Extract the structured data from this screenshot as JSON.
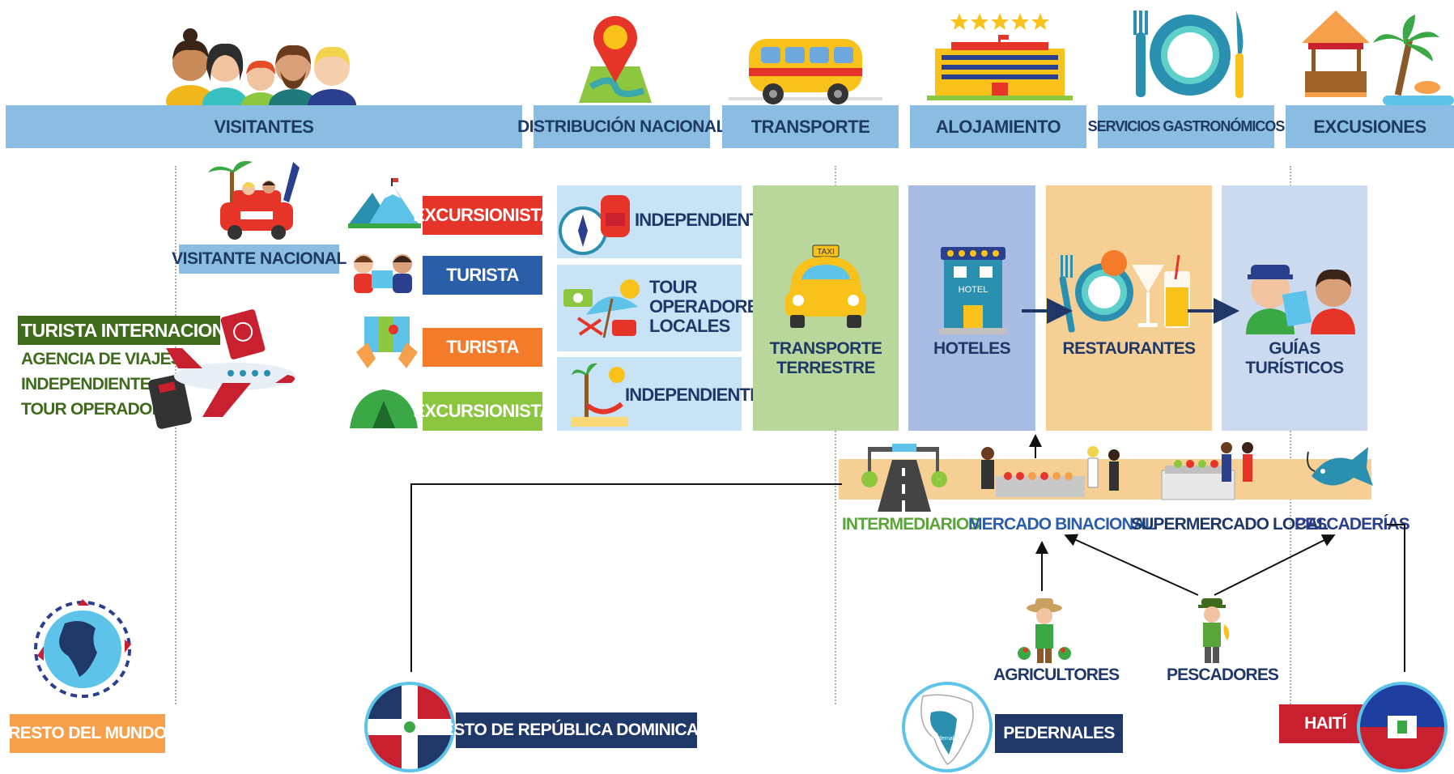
{
  "headers": {
    "visitantes": "VISITANTES",
    "distribucion": "DISTRIBUCIÓN NACIONAL",
    "transporte": "TRANSPORTE",
    "alojamiento": "ALOJAMIENTO",
    "gastronomia": "SERVICIOS GASTRONÓMICOS",
    "excursiones": "EXCUSIONES"
  },
  "visitors": {
    "nacional": "VISITANTE NACIONAL",
    "internacional": "TURISTA INTERNACIONAL",
    "internacional_lines": [
      "AGENCIA DE VIAJES",
      "INDEPENDIENTE",
      "TOUR OPERADORES"
    ],
    "types": [
      {
        "label": "EXCURSIONISTA",
        "color": "#e63528"
      },
      {
        "label": "TURISTA",
        "color": "#2a5ea8"
      },
      {
        "label": "TURISTA",
        "color": "#f47b2a"
      },
      {
        "label": "EXCURSIONISTA",
        "color": "#8cc540"
      }
    ]
  },
  "distribution": {
    "items": [
      "INDEPENDIENTE",
      "TOUR OPERADORES LOCALES",
      "INDEPENDIENTE"
    ],
    "tour_lines": [
      "TOUR",
      "OPERADORES",
      "LOCALES"
    ]
  },
  "panels": {
    "transporte": {
      "label_lines": [
        "TRANSPORTE",
        "TERRESTRE"
      ],
      "color": "#b9d79b"
    },
    "hoteles": {
      "label": "HOTELES",
      "color": "#a8bce3",
      "sign_text": "HOTEL"
    },
    "restaurantes": {
      "label": "RESTAURANTES",
      "color": "#f5cf94"
    },
    "guias": {
      "label": "GUÍAS TURÍSTICOS",
      "color": "#ccdaf0"
    }
  },
  "taxi_sign": "TAXI",
  "markets": {
    "intermediarios": "INTERMEDIARIOS",
    "mercado": "MERCADO BINACIONAL",
    "supermercado": "SUPERMERCADO LOCAL",
    "pescaderias": "PESCADERÍAS"
  },
  "producers": {
    "agricultores": "AGRICULTORES",
    "pescadores": "PESCADORES"
  },
  "regions": {
    "mundo": "RESTO DEL MUNDO",
    "rd": "RESTO DE REPÚBLICA DOMINICANA",
    "pedernales": "PEDERNALES",
    "pedernales_map_label": "Pedernales",
    "haiti": "HAITÍ"
  },
  "colors": {
    "header_bg": "#8bbde3",
    "header_text": "#1c3a63",
    "dark_green": "#3f6b1c",
    "navy": "#1f3868",
    "orange": "#f7a04b",
    "red": "#c8202f"
  }
}
